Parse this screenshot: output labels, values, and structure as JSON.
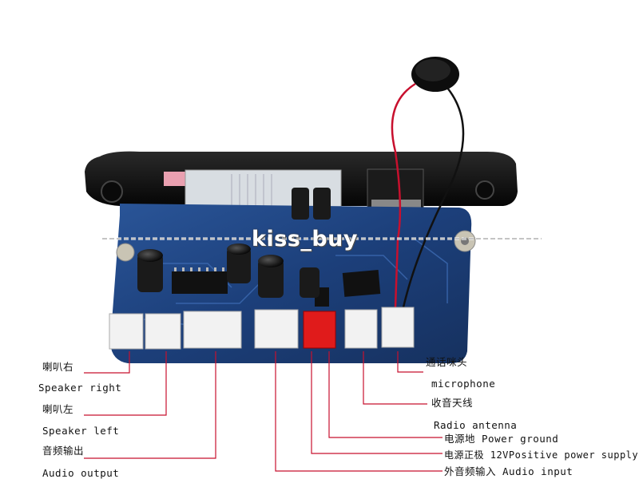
{
  "watermark": "kiss_buy",
  "labels": {
    "speaker_right_cn": "喇叭右",
    "speaker_right_en": "Speaker right",
    "speaker_left_cn": "喇叭左",
    "speaker_left_en": "Speaker left",
    "audio_output_cn": "音频输出",
    "audio_output_en": "Audio output",
    "mic_cn": "通话咪头",
    "mic_en": "microphone",
    "antenna_cn": "收音天线",
    "antenna_en": "Radio antenna",
    "power_ground": "电源地 Power ground",
    "power_positive": "电源正极 12VPositive power supply",
    "audio_input": "外音频输入 Audio input"
  },
  "colors": {
    "pcb": "#1c3f7a",
    "leader_line": "#c8102e",
    "connector": "#f2f2f2",
    "power_connector": "#e01b1b",
    "panel": "#111111"
  }
}
